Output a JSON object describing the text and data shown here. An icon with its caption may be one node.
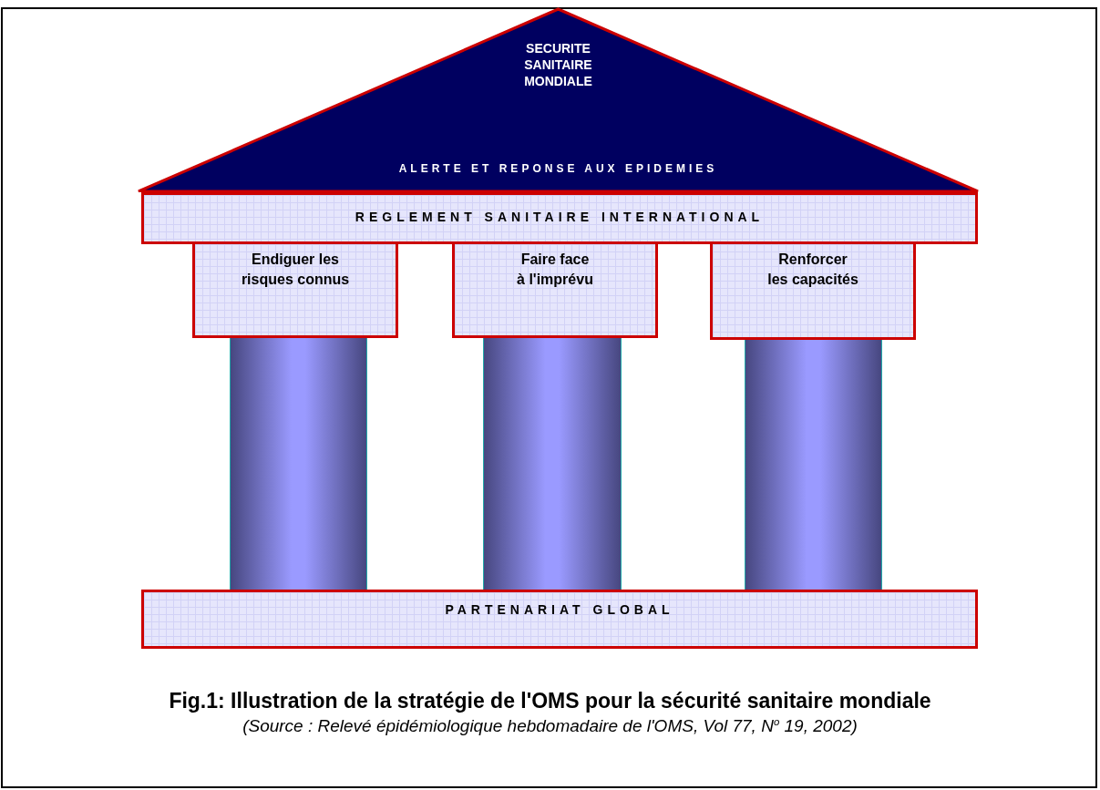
{
  "diagram": {
    "title": "Fig.1: Illustration de la stratégie de l'OMS pour la sécurité sanitaire mondiale",
    "caption": "(Source : Relevé épidémiologique hebdomadaire de l'OMS, Vol 77, N$^{o}$ 19, 2002)",
    "nodes": [
      {
        "text": [
          "SECURITE SANITAIRE MONDIALE",
          "ALERTE ET REPONSE AUX EPIDEMIES"
        ]
      },
      {
        "text": [
          "REGLEMENT SANITAIRE INTERNATIONAL"
        ]
      },
      {
        "text": [
          "Endiguer les risques connus"
        ]
      },
      {
        "text": [
          "Faire face à l'imprévu"
        ]
      },
      {
        "text": [
          "Renforcer les capacités"
        ]
      },
      {
        "text": [],
        "shape": "cylinder"
      },
      {
        "text": [],
        "shape": "cylinder"
      },
      {
        "text": [],
        "shape": "cylinder"
      },
      {
        "text": [
          "PARTENARIAT GLOBAL"
        ]
      }
    ]
  }
}
